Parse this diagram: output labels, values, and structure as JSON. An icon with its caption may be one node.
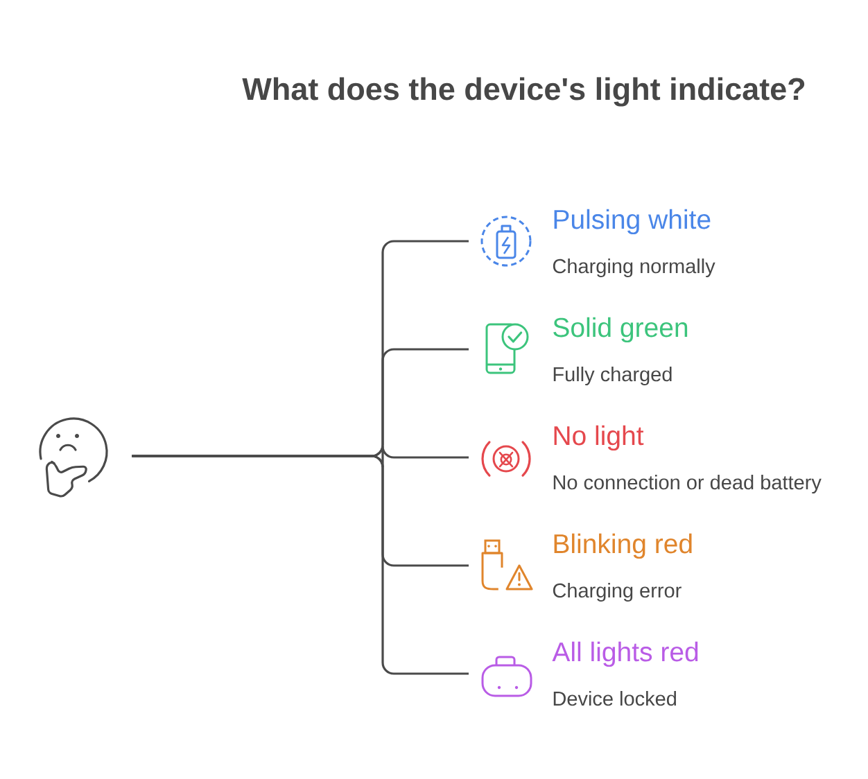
{
  "diagram": {
    "title": "What does the device's light indicate?",
    "nodes": [
      {
        "text": [],
        "shape": "picture"
      },
      {
        "text": [
          "Pulsing white",
          "Charging normally"
        ]
      },
      {
        "text": [
          "Solid green",
          "Fully charged"
        ]
      },
      {
        "text": [
          "No light",
          "No connection or dead battery"
        ]
      },
      {
        "text": [
          "Blinking red",
          "Charging error"
        ]
      },
      {
        "text": [
          "All lights red",
          "Device locked"
        ]
      }
    ],
    "edges": [
      {
        "from": 0,
        "to": 1,
        "arrow": "none"
      },
      {
        "from": 0,
        "to": 2,
        "arrow": "none"
      },
      {
        "from": 0,
        "to": 3,
        "arrow": "none"
      },
      {
        "from": 0,
        "to": 4,
        "arrow": "none"
      },
      {
        "from": 0,
        "to": 5,
        "arrow": "none"
      }
    ]
  }
}
